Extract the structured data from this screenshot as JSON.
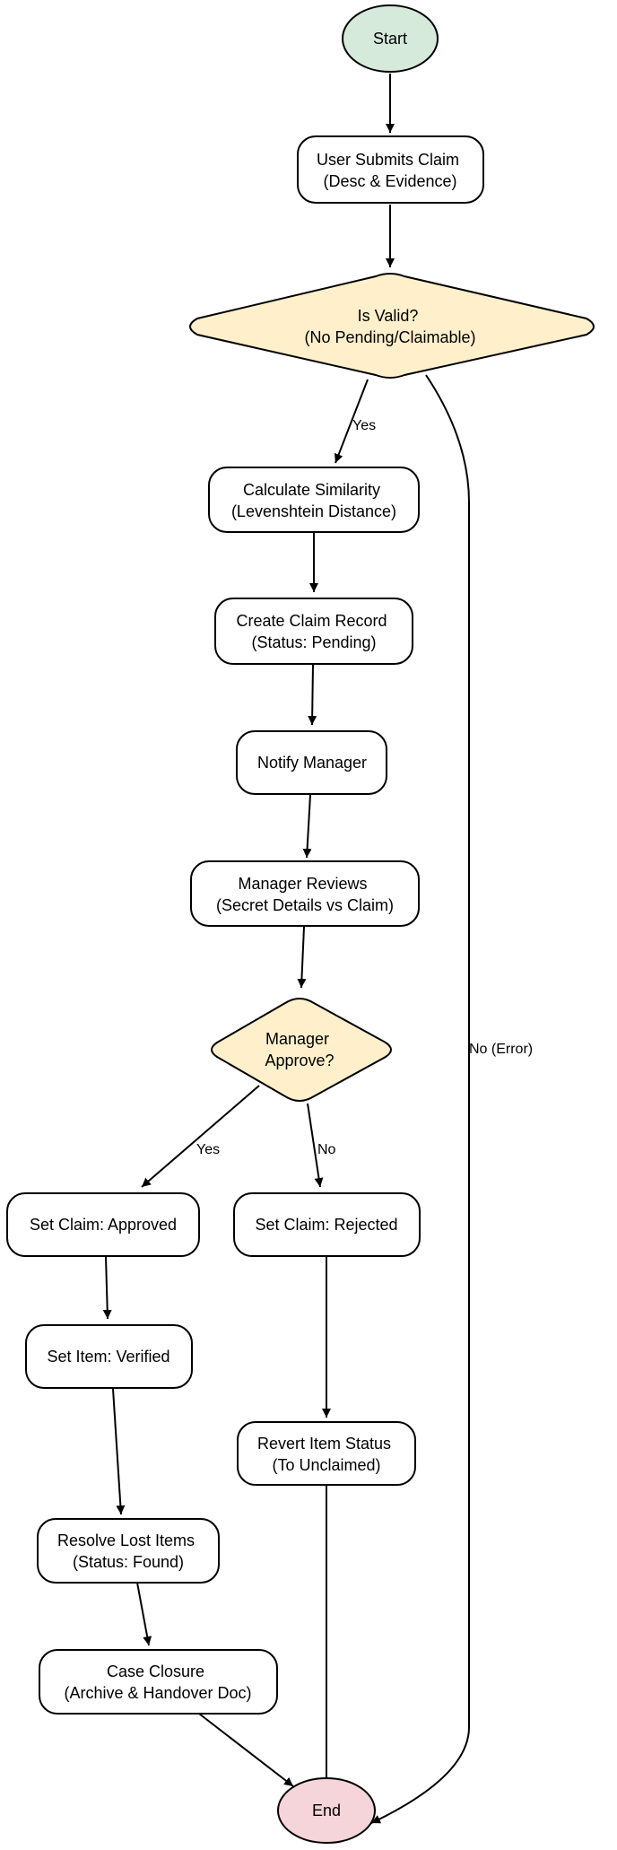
{
  "colors": {
    "start_fill": "#d5eadb",
    "end_fill": "#f5d5d9",
    "decision_fill": "#fff0cb",
    "process_fill": "#ffffff",
    "stroke": "#000000"
  },
  "nodes": {
    "start": {
      "lines": [
        "Start"
      ]
    },
    "submit_claim": {
      "lines": [
        "User Submits Claim",
        "(Desc & Evidence)"
      ]
    },
    "is_valid": {
      "lines": [
        "Is Valid?",
        "(No Pending/Claimable)"
      ]
    },
    "calc_similarity": {
      "lines": [
        "Calculate Similarity",
        "(Levenshtein Distance)"
      ]
    },
    "create_record": {
      "lines": [
        "Create Claim Record",
        "(Status: Pending)"
      ]
    },
    "notify_manager": {
      "lines": [
        "Notify Manager"
      ]
    },
    "manager_reviews": {
      "lines": [
        "Manager Reviews",
        "(Secret Details vs Claim)"
      ]
    },
    "manager_approve": {
      "lines": [
        "Manager",
        "Approve?"
      ]
    },
    "set_approved": {
      "lines": [
        "Set Claim: Approved"
      ]
    },
    "set_rejected": {
      "lines": [
        "Set Claim: Rejected"
      ]
    },
    "set_verified": {
      "lines": [
        "Set Item: Verified"
      ]
    },
    "revert_status": {
      "lines": [
        "Revert Item Status",
        "(To Unclaimed)"
      ]
    },
    "resolve_lost": {
      "lines": [
        "Resolve Lost Items",
        "(Status: Found)"
      ]
    },
    "case_closure": {
      "lines": [
        "Case Closure",
        "(Archive & Handover Doc)"
      ]
    },
    "end": {
      "lines": [
        "End"
      ]
    }
  },
  "edge_labels": {
    "valid_yes": "Yes",
    "valid_no": "No (Error)",
    "approve_yes": "Yes",
    "approve_no": "No"
  }
}
